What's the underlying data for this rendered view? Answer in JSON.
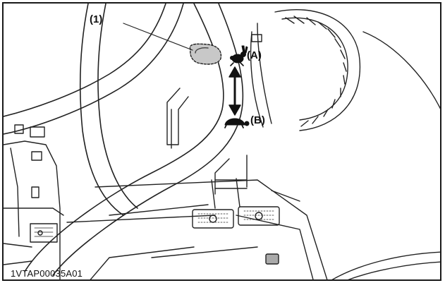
{
  "callouts": {
    "part_1": "(1)",
    "position_a": "(A)",
    "position_b": "(B)"
  },
  "figure_code": "1VTAP00035A01",
  "icons": {
    "fast": "rabbit-icon",
    "slow": "turtle-icon"
  }
}
